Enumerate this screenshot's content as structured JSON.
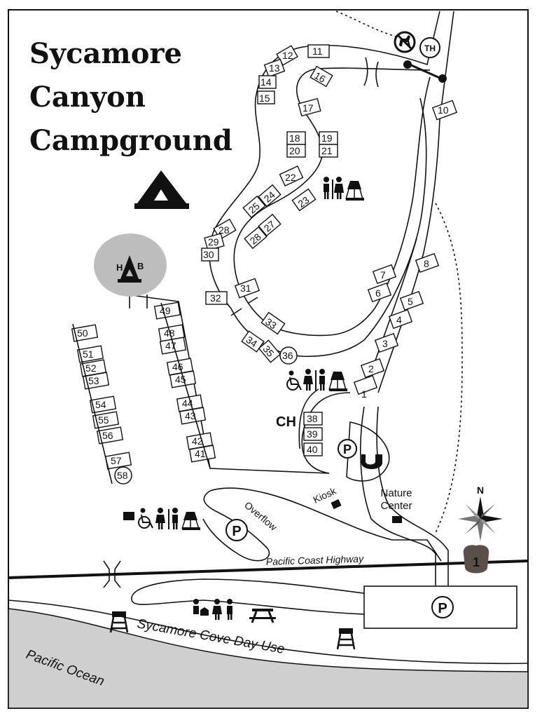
{
  "map": {
    "title_lines": [
      "Sycamore",
      "Canyon",
      "Campground"
    ],
    "labels": {
      "ch": "CH",
      "hab": "HAB",
      "th": "TH",
      "kiosk": "Kiosk",
      "nature_center": [
        "Nature",
        "Center"
      ],
      "overflow": "Overflow",
      "pacific_coast_highway": "Pacific Coast Highway",
      "highway_number": "1",
      "north": "N",
      "day_use": "Sycamore Cove Day Use",
      "ocean": "Pacific Ocean",
      "parking": "P"
    },
    "sites": [
      "1",
      "2",
      "3",
      "4",
      "5",
      "6",
      "7",
      "8",
      "10",
      "11",
      "12",
      "13",
      "14",
      "15",
      "16",
      "17",
      "18",
      "19",
      "20",
      "21",
      "22",
      "23",
      "24",
      "25",
      "27",
      "28",
      "29",
      "30",
      "31",
      "32",
      "33",
      "34",
      "35",
      "36",
      "38",
      "39",
      "40",
      "41",
      "42",
      "43",
      "44",
      "45",
      "46",
      "47",
      "48",
      "49",
      "50",
      "51",
      "52",
      "53",
      "54",
      "55",
      "56",
      "57",
      "58"
    ],
    "icons": [
      "tent-icon",
      "no-dogs-icon",
      "restroom-icon",
      "shower-icon",
      "accessible-icon",
      "parking-icon",
      "dump-station-icon",
      "lifeguard-tower-icon",
      "picnic-table-icon",
      "compass-rose-icon",
      "gate-icon"
    ],
    "colors": {
      "ink": "#111111",
      "ocean": "#cfcfcf",
      "hab_circle": "#bdbdbd",
      "highway_shield": "#5a5048"
    }
  }
}
